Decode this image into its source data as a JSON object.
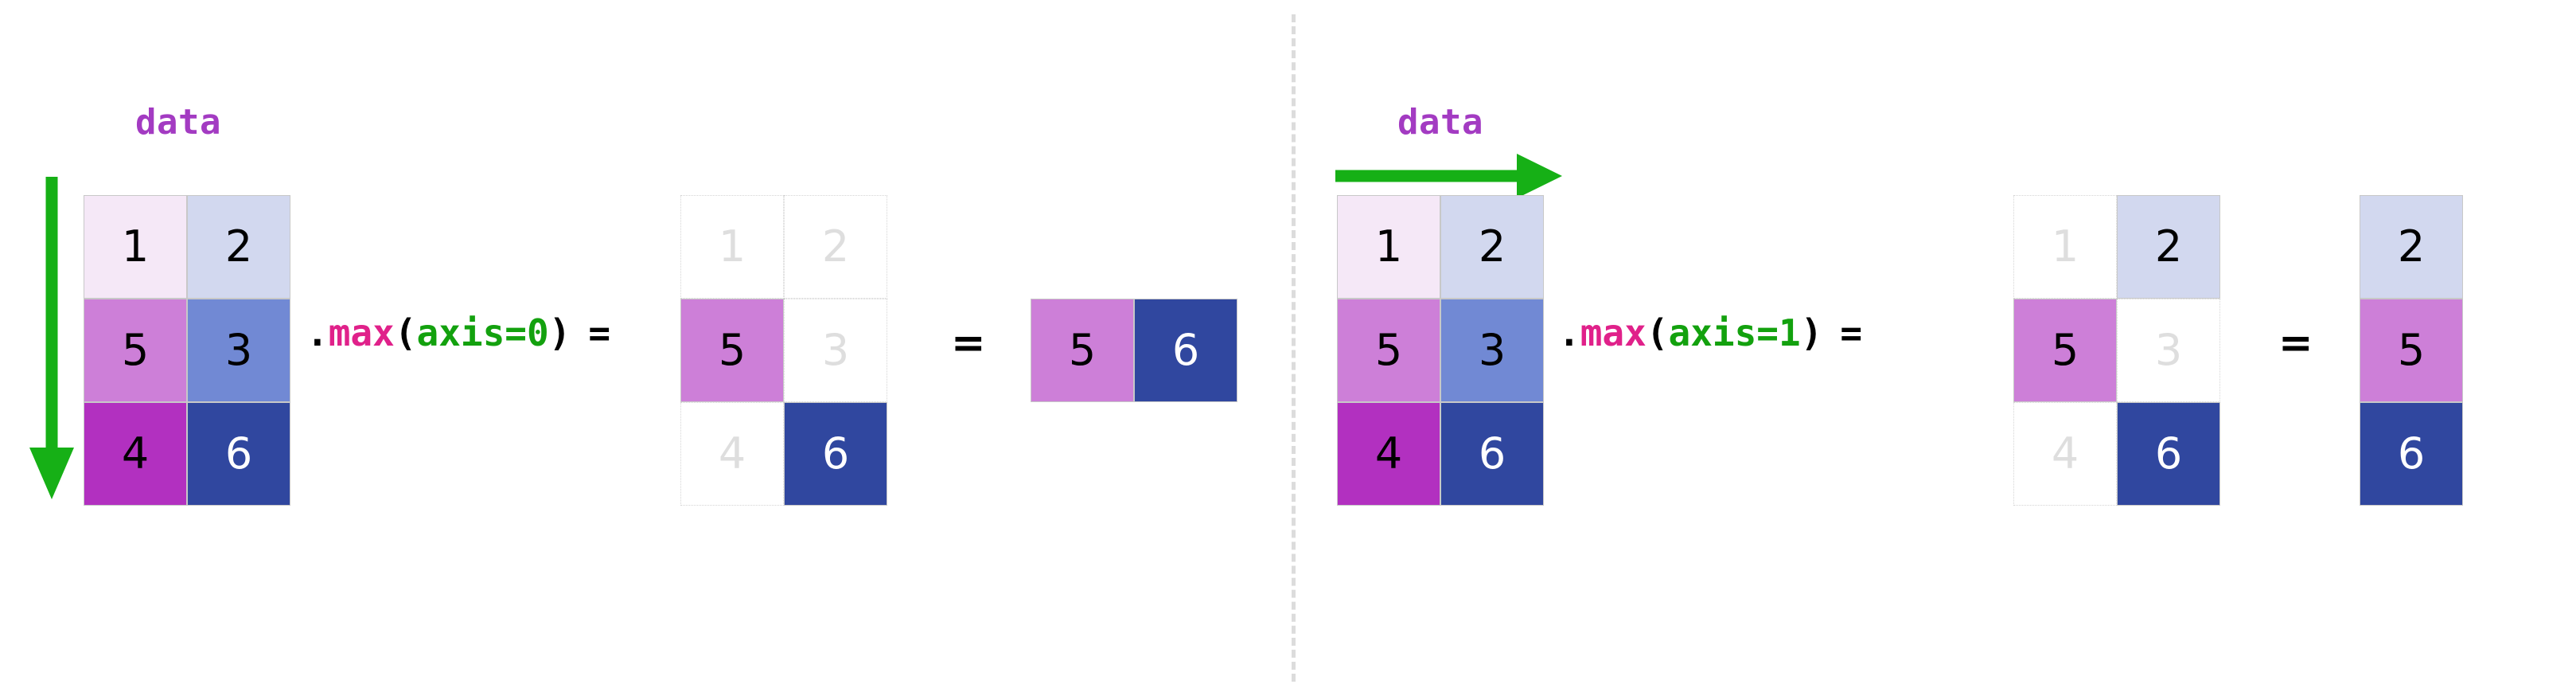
{
  "colors": {
    "background": "#ffffff",
    "divider": "#dcdcdc",
    "arrow_green": "#16b016",
    "data_label_purple": "#a33bc2",
    "method_pink": "#e0218a",
    "arg_green": "#13a10e",
    "ghost_text": "#dedede",
    "ghost_border": "#d5d5d5",
    "cell_border": "#c8c8c8",
    "palette": {
      "v1": "#f5e8f7",
      "v2": "#d2d8ef",
      "v5": "#cd7fd8",
      "v3": "#7189d4",
      "v4": "#b230c0",
      "v6": "#30479f"
    },
    "text_dark": "#000000",
    "text_light": "#ffffff"
  },
  "panels": [
    {
      "id": "axis0",
      "data_label": "data",
      "arrow": {
        "direction": "down",
        "name": "green-down-arrow"
      },
      "source_matrix": {
        "name": "data-matrix",
        "rows": 3,
        "cols": 2,
        "cells": [
          [
            {
              "value": "1",
              "bg": "#f5e8f7",
              "fg": "#000000"
            },
            {
              "value": "2",
              "bg": "#d2d8ef",
              "fg": "#000000"
            }
          ],
          [
            {
              "value": "5",
              "bg": "#cd7fd8",
              "fg": "#000000"
            },
            {
              "value": "3",
              "bg": "#7189d4",
              "fg": "#000000"
            }
          ],
          [
            {
              "value": "4",
              "bg": "#b230c0",
              "fg": "#000000"
            },
            {
              "value": "6",
              "bg": "#30479f",
              "fg": "#ffffff"
            }
          ]
        ]
      },
      "expression": {
        "full": ".max(axis=0) =",
        "dot": ".",
        "method": "max",
        "open_paren": "(",
        "arg": "axis=0",
        "close_paren": ")",
        "equals": "="
      },
      "highlight_matrix": {
        "name": "highlight-matrix",
        "rows": 3,
        "cols": 2,
        "cells": [
          [
            {
              "value": "1",
              "ghost": true
            },
            {
              "value": "2",
              "ghost": true
            }
          ],
          [
            {
              "value": "5",
              "ghost": false,
              "bg": "#cd7fd8",
              "fg": "#000000"
            },
            {
              "value": "3",
              "ghost": true
            }
          ],
          [
            {
              "value": "4",
              "ghost": true
            },
            {
              "value": "6",
              "ghost": false,
              "bg": "#30479f",
              "fg": "#ffffff"
            }
          ]
        ]
      },
      "equals_2": "=",
      "result_matrix": {
        "name": "result-matrix",
        "orientation": "row",
        "rows": 1,
        "cols": 2,
        "cells": [
          [
            {
              "value": "5",
              "bg": "#cd7fd8",
              "fg": "#000000"
            },
            {
              "value": "6",
              "bg": "#30479f",
              "fg": "#ffffff"
            }
          ]
        ]
      }
    },
    {
      "id": "axis1",
      "data_label": "data",
      "arrow": {
        "direction": "right",
        "name": "green-right-arrow"
      },
      "source_matrix": {
        "name": "data-matrix",
        "rows": 3,
        "cols": 2,
        "cells": [
          [
            {
              "value": "1",
              "bg": "#f5e8f7",
              "fg": "#000000"
            },
            {
              "value": "2",
              "bg": "#d2d8ef",
              "fg": "#000000"
            }
          ],
          [
            {
              "value": "5",
              "bg": "#cd7fd8",
              "fg": "#000000"
            },
            {
              "value": "3",
              "bg": "#7189d4",
              "fg": "#000000"
            }
          ],
          [
            {
              "value": "4",
              "bg": "#b230c0",
              "fg": "#000000"
            },
            {
              "value": "6",
              "bg": "#30479f",
              "fg": "#ffffff"
            }
          ]
        ]
      },
      "expression": {
        "full": ".max(axis=1) =",
        "dot": ".",
        "method": "max",
        "open_paren": "(",
        "arg": "axis=1",
        "close_paren": ")",
        "equals": "="
      },
      "highlight_matrix": {
        "name": "highlight-matrix",
        "rows": 3,
        "cols": 2,
        "cells": [
          [
            {
              "value": "1",
              "ghost": true
            },
            {
              "value": "2",
              "ghost": false,
              "bg": "#d2d8ef",
              "fg": "#000000"
            }
          ],
          [
            {
              "value": "5",
              "ghost": false,
              "bg": "#cd7fd8",
              "fg": "#000000"
            },
            {
              "value": "3",
              "ghost": true
            }
          ],
          [
            {
              "value": "4",
              "ghost": true
            },
            {
              "value": "6",
              "ghost": false,
              "bg": "#30479f",
              "fg": "#ffffff"
            }
          ]
        ]
      },
      "equals_2": "=",
      "result_matrix": {
        "name": "result-matrix",
        "orientation": "column",
        "rows": 3,
        "cols": 1,
        "cells": [
          [
            {
              "value": "2",
              "bg": "#d2d8ef",
              "fg": "#000000"
            }
          ],
          [
            {
              "value": "5",
              "bg": "#cd7fd8",
              "fg": "#000000"
            }
          ],
          [
            {
              "value": "6",
              "bg": "#30479f",
              "fg": "#ffffff"
            }
          ]
        ]
      }
    }
  ]
}
